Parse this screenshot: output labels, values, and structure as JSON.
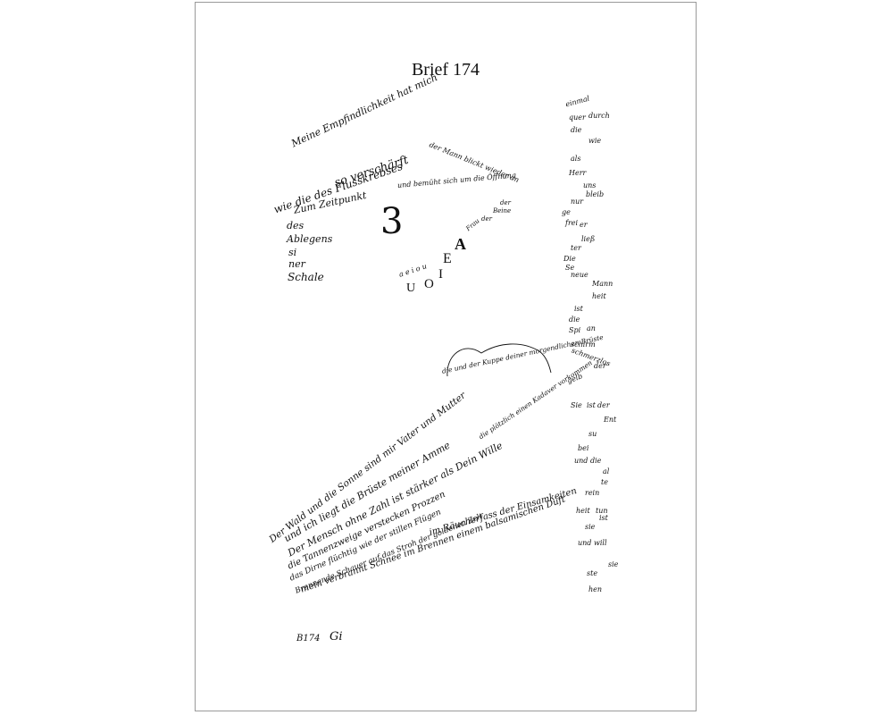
{
  "title": "Brief 174",
  "top_left_poem": {
    "lines": [
      "Meine Empfindlichkeit hat mich",
      "so verschärft",
      "wie die des Flusskrebses",
      "Zum Zeitpunkt",
      "des",
      "Ablegens",
      "si",
      "ner",
      "Schale"
    ]
  },
  "arrow_poem": {
    "upper": "der Mann blickt wieder an",
    "lower": "und bemüht sich um die Öffnung",
    "tail": [
      "der",
      "Beine",
      "der",
      "Frau"
    ]
  },
  "big_letter": "3",
  "vowels": {
    "small": "a e i o u",
    "capitals": [
      "U",
      "O",
      "I",
      "E",
      "A"
    ]
  },
  "right_column": [
    "einmal",
    "quer",
    "durch",
    "die",
    "wie",
    "als",
    "Herr",
    "uns",
    "bleib",
    "nur",
    "ge",
    "frei",
    "er",
    "ließ",
    "ter",
    "Die",
    "Se",
    "neue",
    "Mann",
    "heit",
    "ist",
    "die",
    "Spi",
    "an",
    "schirm",
    "schmerzlos",
    "gelb",
    "der",
    "Sie",
    "ist",
    "der",
    "Ent",
    "su",
    "bei",
    "und",
    "die",
    "al",
    "te",
    "rein",
    "heit",
    "tun",
    "sie",
    "ist",
    "und",
    "will",
    "sie",
    "ste",
    "hen"
  ],
  "lower_poem": {
    "lines": [
      "Der Wald und die Sonne sind mir Vater und Mutter",
      "und ich liegt die Brüste meiner Amme",
      "Der Mensch ohne Zahl ist stärker als Dein Wille",
      "die Tannenzweige verstecken Prozzen",
      "das Dirne flüchtig wie der stillen Flügen",
      "Brennende Schauer auf das Stroh der goldenen Zelt",
      "mein verbrannt Schnee im Brennen einem balsamischen Duft",
      "im Räucherfass der Einsamkeiten"
    ],
    "crest": "die und der Kuppe deiner morgendlichen Brüste",
    "side": "die plötzlich einen Kadaver vorkommen"
  },
  "footer": {
    "code": "B174",
    "signature": "Gi"
  }
}
